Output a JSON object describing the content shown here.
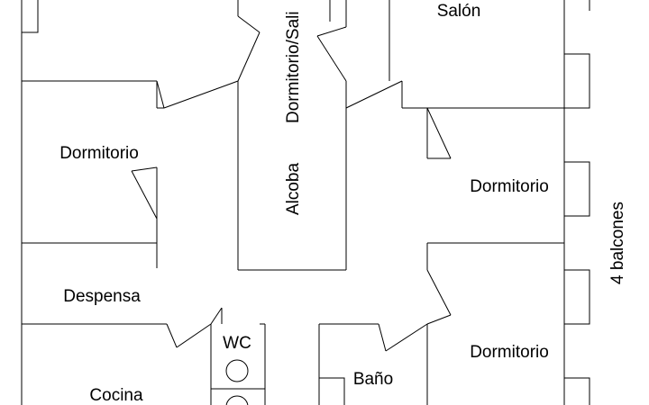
{
  "floor_plan": {
    "rooms": {
      "salon": "Salón",
      "dormitorio_salita": "Dormitorio/Sali",
      "alcoba": "Alcoba",
      "dormitorio_top_left": "Dormitorio",
      "dormitorio_right_upper": "Dormitorio",
      "dormitorio_right_lower": "Dormitorio",
      "despensa": "Despensa",
      "wc": "WC",
      "bano": "Baño",
      "cocina": "Cocina"
    },
    "note": "4 balcones"
  }
}
